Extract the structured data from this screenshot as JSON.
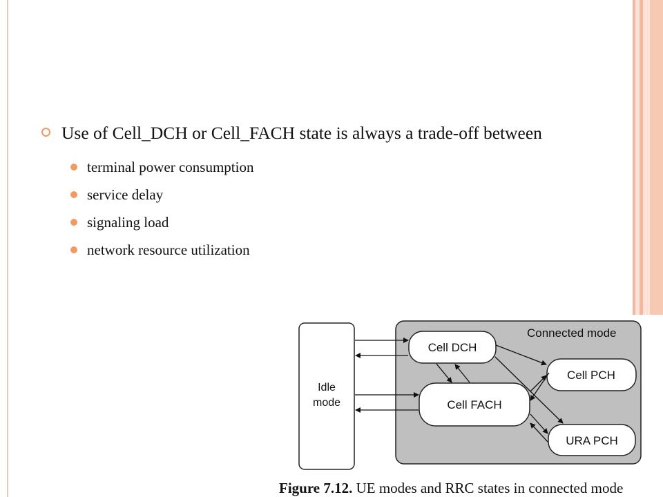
{
  "slide": {
    "main_bullet": "Use of Cell_DCH or Cell_FACH state is always a trade-off between",
    "sub_bullets": [
      "terminal power consumption",
      "service delay",
      "signaling load",
      "network resource utilization"
    ]
  },
  "diagram": {
    "connected_mode_label": "Connected mode",
    "idle_mode_label_line1": "Idle",
    "idle_mode_label_line2": "mode",
    "states": {
      "cell_dch": "Cell DCH",
      "cell_fach": "Cell FACH",
      "cell_pch": "Cell PCH",
      "ura_pch": "URA PCH"
    },
    "caption_number": "Figure 7.12.",
    "caption_text": "UE modes and RRC states in connected mode"
  },
  "colors": {
    "accent": "#f39a63",
    "stripe": "#f4b8a0",
    "connected_region": "#bfbfbf"
  }
}
